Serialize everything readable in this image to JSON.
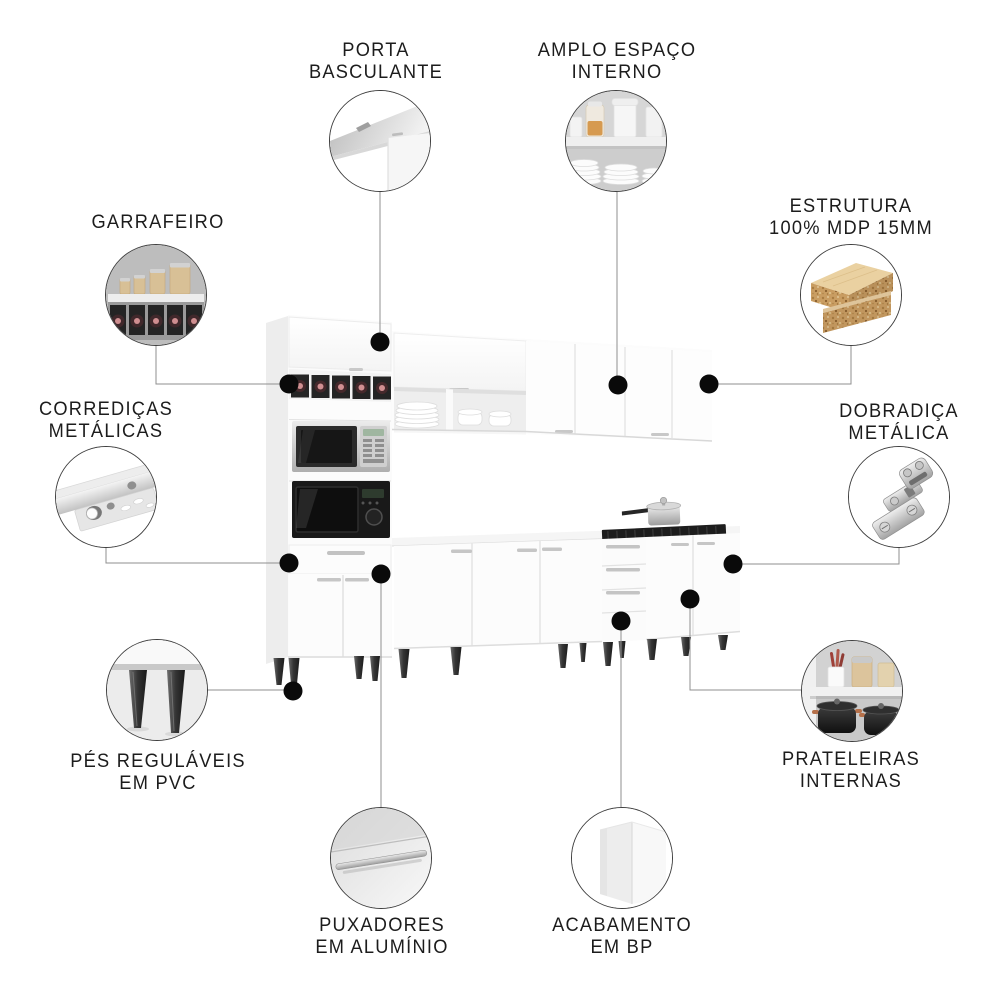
{
  "page": {
    "background": "#ffffff",
    "description_language": "pt-BR"
  },
  "colors": {
    "text_color": "#1c1c1c",
    "line_color": "#8f8f8f",
    "dot_color": "#0a0a0a",
    "circle_border": "#3f3f3f",
    "cabinet_white": "#fbfbfb",
    "leg_dark": "#2a2a2a",
    "mdp_wood": "#c99d62",
    "copper_accent": "#b5704a"
  },
  "callouts": [
    {
      "id": "porta-basculante",
      "icon": "tilting-door-icon",
      "lines": [
        "PORTA",
        "BASCULANTE"
      ]
    },
    {
      "id": "amplo-espaco-interno",
      "icon": "interior-shelves-icon",
      "lines": [
        "AMPLO ESPAÇO",
        "INTERNO"
      ]
    },
    {
      "id": "garrafeiro",
      "icon": "bottle-rack-icon",
      "lines": [
        "GARRAFEIRO"
      ]
    },
    {
      "id": "estrutura-mdp",
      "icon": "mdp-board-icon",
      "lines": [
        "ESTRUTURA",
        "100% MDP 15MM"
      ]
    },
    {
      "id": "corredicas-metalicas",
      "icon": "drawer-slide-icon",
      "lines": [
        "CORREDIÇAS",
        "METÁLICAS"
      ]
    },
    {
      "id": "dobradica-metalica",
      "icon": "metal-hinge-icon",
      "lines": [
        "DOBRADIÇA",
        "METÁLICA"
      ]
    },
    {
      "id": "pes-regulaveis",
      "icon": "adjustable-feet-icon",
      "lines": [
        "PÉS REGULÁVEIS",
        "EM PVC"
      ]
    },
    {
      "id": "prateleiras-internas",
      "icon": "internal-shelves-icon",
      "lines": [
        "PRATELEIRAS",
        "INTERNAS"
      ]
    },
    {
      "id": "puxadores-aluminio",
      "icon": "aluminum-handle-icon",
      "lines": [
        "PUXADORES",
        "EM ALUMÍNIO"
      ]
    },
    {
      "id": "acabamento-bp",
      "icon": "bp-finish-corner-icon",
      "lines": [
        "ACABAMENTO",
        "EM BP"
      ]
    }
  ]
}
